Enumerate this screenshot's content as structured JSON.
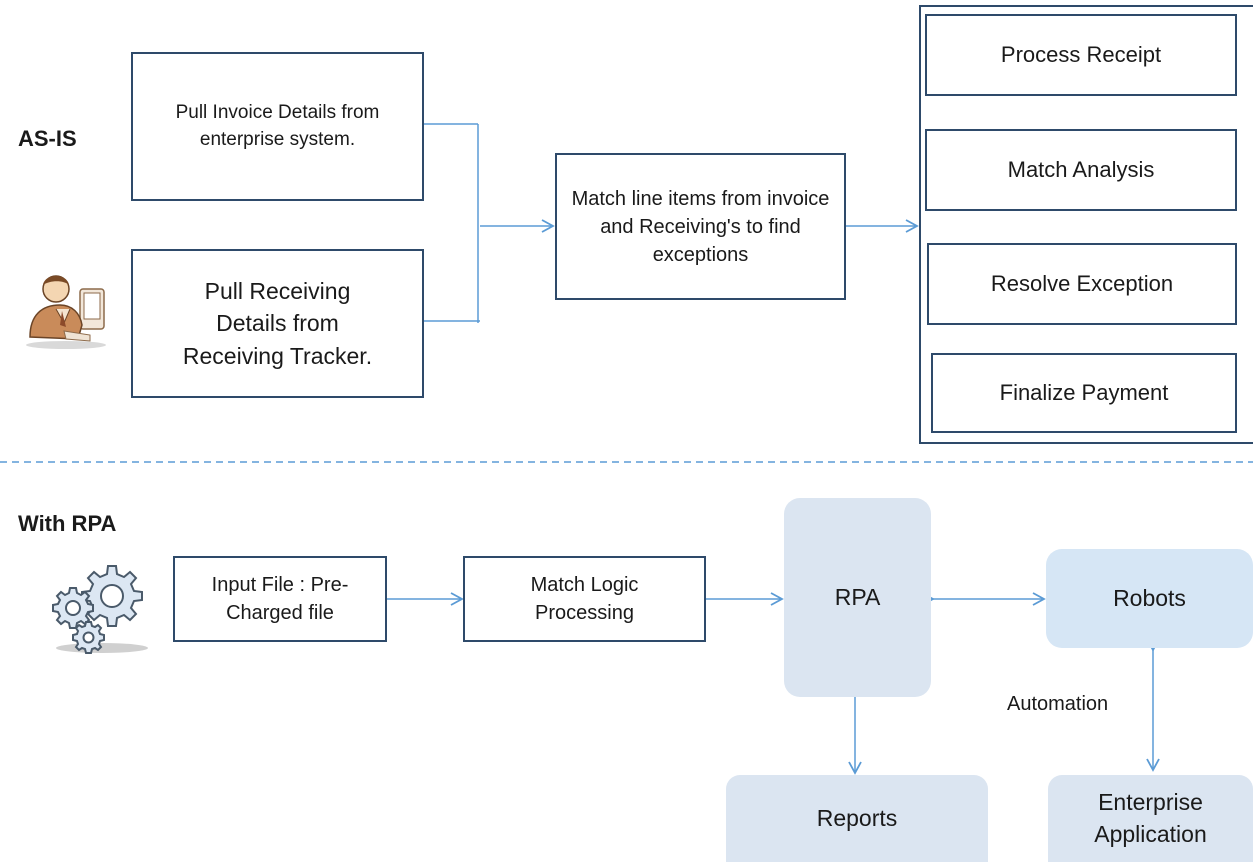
{
  "as_is": {
    "label": "AS-IS",
    "pull_invoice": "Pull Invoice Details from enterprise system.",
    "pull_receiving": "Pull Receiving Details from Receiving Tracker.",
    "match_line_items": "Match line items from invoice and Receiving's to find exceptions",
    "steps": [
      "Process Receipt",
      "Match Analysis",
      "Resolve Exception",
      "Finalize Payment"
    ]
  },
  "with_rpa": {
    "label": "With RPA",
    "input_file": "Input File : Pre-Charged file",
    "match_logic": "Match Logic Processing",
    "rpa": "RPA",
    "robots": "Robots",
    "automation": "Automation",
    "reports": "Reports",
    "enterprise_app": "Enterprise Application"
  },
  "colors": {
    "box_border": "#2e4a6a",
    "arrow": "#5b9bd5",
    "soft_fill": "#dbe5f1",
    "robots_fill": "#d6e6f5",
    "divider": "#5b9bd5"
  },
  "icons": [
    "businessman-at-computer-icon",
    "gears-icon"
  ]
}
